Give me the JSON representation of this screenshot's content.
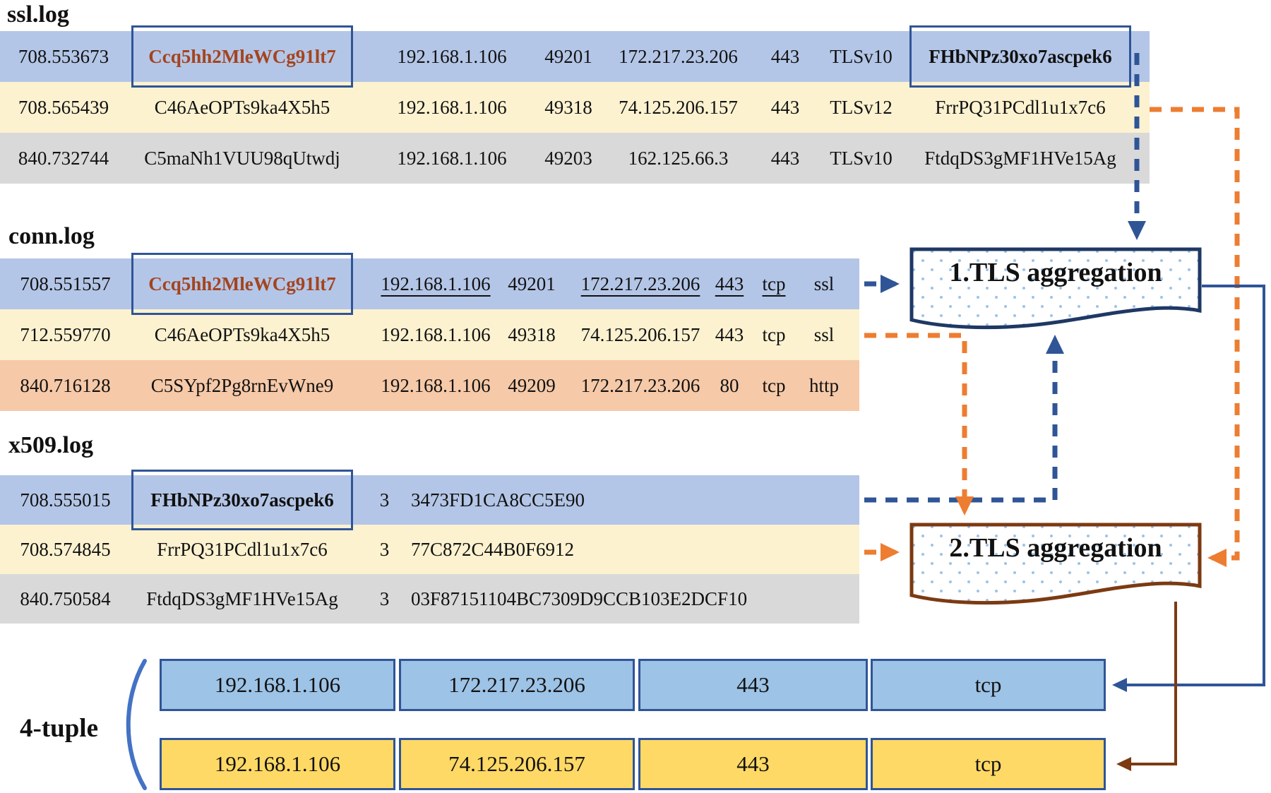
{
  "labels": {
    "ssl": "ssl.log",
    "conn": "conn.log",
    "x509": "x509.log",
    "four_tuple": "4-tuple"
  },
  "ssl_log": {
    "rows": [
      {
        "ts": "708.553673",
        "uid": "Ccq5hh2MleWCg91lt7",
        "src_ip": "192.168.1.106",
        "src_port": "49201",
        "dst_ip": "172.217.23.206",
        "dst_port": "443",
        "version": "TLSv10",
        "fid": "FHbNPz30xo7ascpek6"
      },
      {
        "ts": "708.565439",
        "uid": "C46AeOPTs9ka4X5h5",
        "src_ip": "192.168.1.106",
        "src_port": "49318",
        "dst_ip": "74.125.206.157",
        "dst_port": "443",
        "version": "TLSv12",
        "fid": "FrrPQ31PCdl1u1x7c6"
      },
      {
        "ts": "840.732744",
        "uid": "C5maNh1VUU98qUtwdj",
        "src_ip": "192.168.1.106",
        "src_port": "49203",
        "dst_ip": "162.125.66.3",
        "dst_port": "443",
        "version": "TLSv10",
        "fid": "FtdqDS3gMF1HVe15Ag"
      }
    ]
  },
  "conn_log": {
    "rows": [
      {
        "ts": "708.551557",
        "uid": "Ccq5hh2MleWCg91lt7",
        "src_ip": "192.168.1.106",
        "src_port": "49201",
        "dst_ip": "172.217.23.206",
        "dst_port": "443",
        "proto": "tcp",
        "service": "ssl"
      },
      {
        "ts": "712.559770",
        "uid": "C46AeOPTs9ka4X5h5",
        "src_ip": "192.168.1.106",
        "src_port": "49318",
        "dst_ip": "74.125.206.157",
        "dst_port": "443",
        "proto": "tcp",
        "service": "ssl"
      },
      {
        "ts": "840.716128",
        "uid": "C5SYpf2Pg8rnEvWne9",
        "src_ip": "192.168.1.106",
        "src_port": "49209",
        "dst_ip": "172.217.23.206",
        "dst_port": "80",
        "proto": "tcp",
        "service": "http"
      }
    ]
  },
  "x509_log": {
    "rows": [
      {
        "ts": "708.555015",
        "fid": "FHbNPz30xo7ascpek6",
        "version": "3",
        "serial": "3473FD1CA8CC5E90"
      },
      {
        "ts": "708.574845",
        "fid": "FrrPQ31PCdl1u1x7c6",
        "version": "3",
        "serial": "77C872C44B0F6912"
      },
      {
        "ts": "840.750584",
        "fid": "FtdqDS3gMF1HVe15Ag",
        "version": "3",
        "serial": "03F87151104BC7309D9CCB103E2DCF10"
      }
    ]
  },
  "aggregation": {
    "step1": "1.TLS aggregation",
    "step2": "2.TLS aggregation"
  },
  "four_tuple": {
    "rows": [
      [
        "192.168.1.106",
        "172.217.23.206",
        "443",
        "tcp"
      ],
      [
        "192.168.1.106",
        "74.125.206.157",
        "443",
        "tcp"
      ]
    ]
  },
  "colors": {
    "row_blue": "#B4C6E7",
    "row_yellow": "#FCF2D0",
    "row_gray": "#D9D9D9",
    "row_salmon": "#F6C9A8",
    "tuple_blue": "#9DC3E6",
    "tuple_yellow": "#FFD966",
    "navy_border": "#2F5597",
    "agg1_border": "#1F3864",
    "agg2_border": "#7C3A12",
    "arrow_blue": "#2F5597",
    "arrow_orange": "#ED7D31",
    "arrow_brown": "#7C3A12",
    "bracket_blue": "#4472C4",
    "highlight_text": "#A3441F"
  }
}
